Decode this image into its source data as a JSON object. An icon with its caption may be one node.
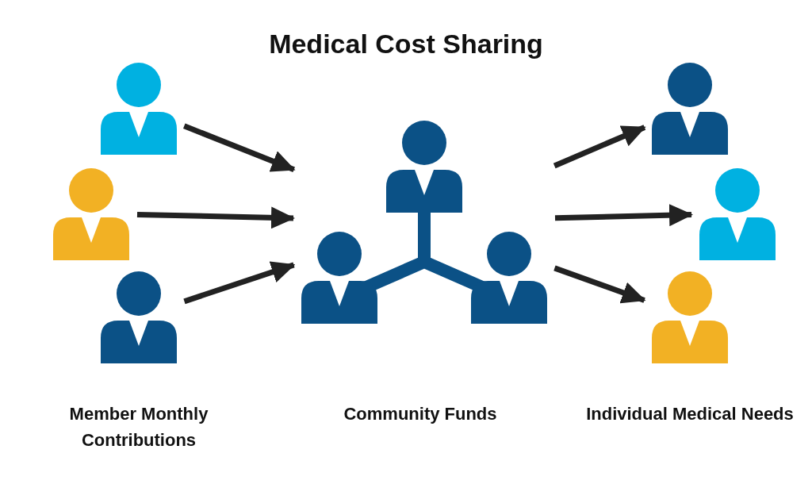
{
  "diagram": {
    "title": "Medical Cost Sharing",
    "nodes": [
      {
        "text": [],
        "shape": "person"
      },
      {
        "text": [],
        "shape": "person"
      },
      {
        "text": [],
        "shape": "person"
      },
      {
        "text": [],
        "shape": "person"
      },
      {
        "text": [],
        "shape": "person"
      },
      {
        "text": [],
        "shape": "person"
      },
      {
        "text": [],
        "shape": "person"
      }
    ],
    "edges": [
      {
        "from": 0,
        "to": 3,
        "arrow": "to"
      },
      {
        "from": 1,
        "to": 3,
        "arrow": "to"
      },
      {
        "from": 2,
        "to": 3,
        "arrow": "to"
      },
      {
        "from": 3,
        "to": 4,
        "arrow": "to"
      },
      {
        "from": 3,
        "to": 5,
        "arrow": "to"
      },
      {
        "from": 3,
        "to": 6,
        "arrow": "to"
      }
    ],
    "labels": [
      "Member Monthly Contributions",
      "Community Funds",
      "Individual Medical Needs"
    ]
  }
}
